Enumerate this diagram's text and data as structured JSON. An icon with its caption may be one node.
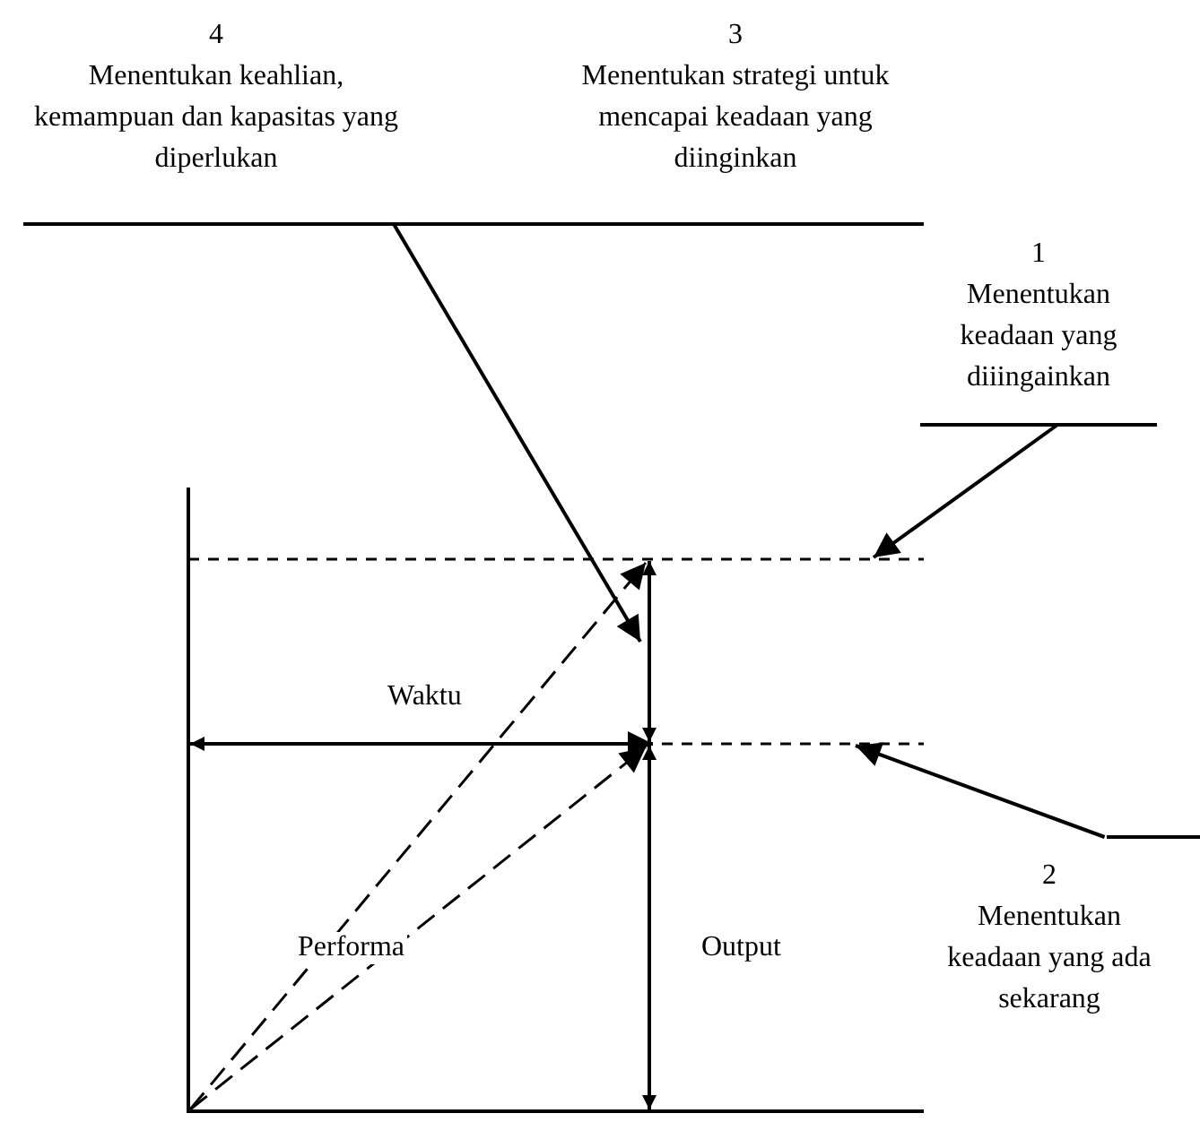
{
  "diagram": {
    "nodes": [
      {
        "text": [
          "4",
          "Menentukan keahlian, kemampuan dan kapasitas yang diperlukan"
        ]
      },
      {
        "text": [
          "3",
          "Menentukan strategi untuk mencapai keadaan yang diinginkan"
        ]
      },
      {
        "text": [
          "1",
          "Menentukan keadaan yang diiingainkan"
        ]
      },
      {
        "text": [
          "2",
          "Menentukan keadaan yang ada sekarang"
        ]
      }
    ],
    "edges": [
      {
        "from": 0,
        "to": null,
        "arrow": "to"
      },
      {
        "from": 2,
        "to": null,
        "arrow": "to"
      },
      {
        "from": 3,
        "to": null,
        "arrow": "to"
      }
    ],
    "labels": [
      "Waktu",
      "Performa",
      "Output"
    ]
  }
}
